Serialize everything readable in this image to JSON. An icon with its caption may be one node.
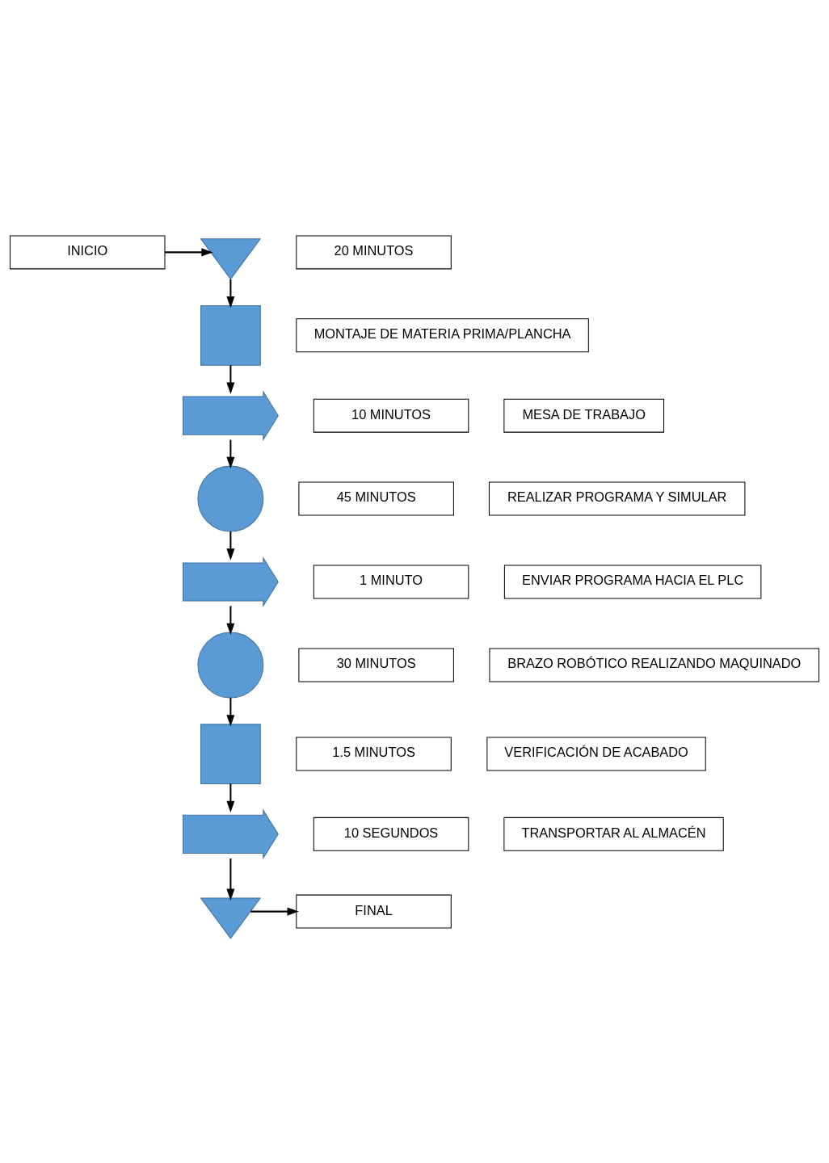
{
  "diagram": {
    "nodes": [
      {
        "text": [
          "INICIO"
        ]
      },
      {
        "text": [],
        "shape": "triangle"
      },
      {
        "text": [
          "20 MINUTOS"
        ]
      },
      {
        "text": [],
        "shape": "box"
      },
      {
        "text": [
          "MONTAJE DE MATERIA PRIMA/PLANCHA"
        ]
      },
      {
        "text": [
          "10 MINUTOS"
        ]
      },
      {
        "text": [],
        "shape": "arrow"
      },
      {
        "text": [
          "MESA DE TRABAJO"
        ]
      },
      {
        "text": [
          "45 MINUTOS"
        ]
      },
      {
        "text": [],
        "shape": "circle"
      },
      {
        "text": [
          "REALIZAR PROGRAMA Y SIMULAR"
        ]
      },
      {
        "text": [
          "1 MINUTO"
        ]
      },
      {
        "text": [],
        "shape": "arrow"
      },
      {
        "text": [
          "ENVIAR PROGRAMA HACIA EL PLC"
        ]
      },
      {
        "text": [
          "30 MINUTOS"
        ]
      },
      {
        "text": [],
        "shape": "circle"
      },
      {
        "text": [
          "BRAZO ROBÓTICO REALIZANDO MAQUINADO"
        ]
      },
      {
        "text": [
          "1.5 MINUTOS"
        ]
      },
      {
        "text": [],
        "shape": "box"
      },
      {
        "text": [
          "VERIFICACIÓN DE ACABADO"
        ]
      },
      {
        "text": [
          "10 SEGUNDOS"
        ]
      },
      {
        "text": [],
        "shape": "arrow"
      },
      {
        "text": [
          "TRANSPORTAR AL ALMACÉN"
        ]
      },
      {
        "text": [],
        "shape": "triangle"
      },
      {
        "text": [
          "FINAL"
        ]
      }
    ],
    "edges": [
      {
        "from": 0,
        "to": 1,
        "arrow": "to"
      },
      {
        "from": 1,
        "to": 3,
        "arrow": "to"
      },
      {
        "from": 3,
        "to": 6,
        "arrow": "to"
      },
      {
        "from": 6,
        "to": 9,
        "arrow": "to"
      },
      {
        "from": 9,
        "to": 12,
        "arrow": "to"
      },
      {
        "from": 12,
        "to": 15,
        "arrow": "to"
      },
      {
        "from": 15,
        "to": 18,
        "arrow": "to"
      },
      {
        "from": 18,
        "to": 21,
        "arrow": "to"
      },
      {
        "from": 21,
        "to": 23,
        "arrow": "to"
      },
      {
        "from": 23,
        "to": 24,
        "arrow": "to"
      }
    ]
  }
}
